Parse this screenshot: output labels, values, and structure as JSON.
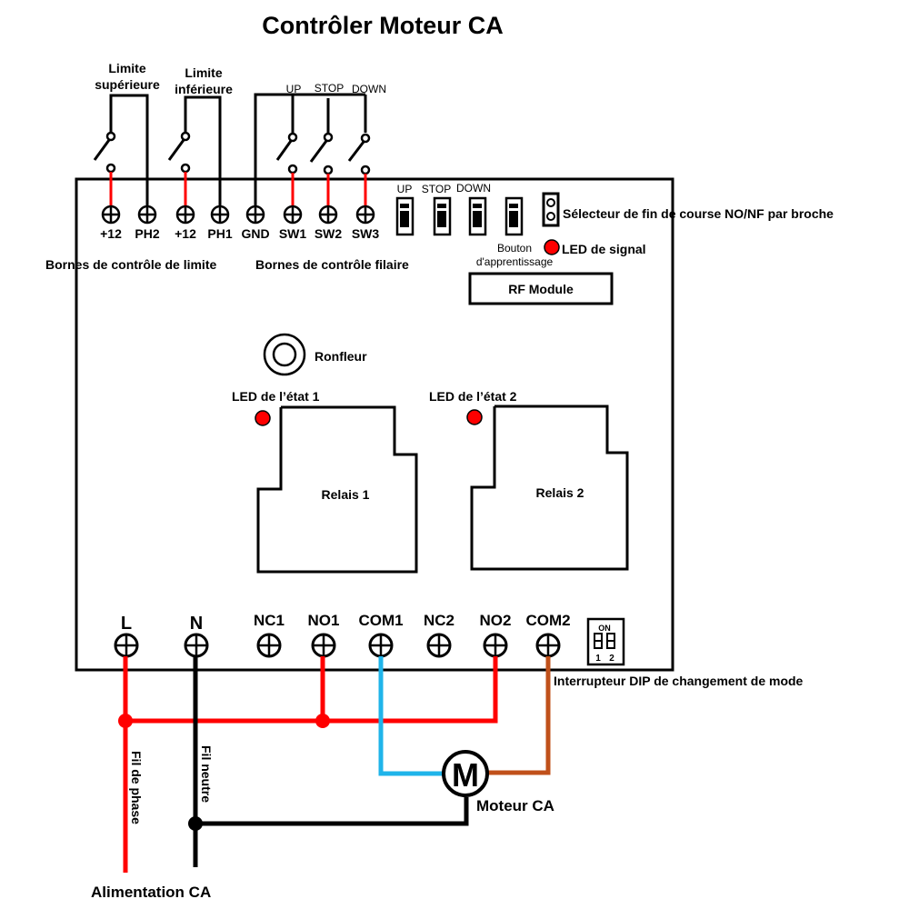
{
  "title": "Contrôler Moteur CA",
  "colors": {
    "phase": "#ff0000",
    "neutral": "#000000",
    "com1": "#1fb4ea",
    "com2": "#c0501a",
    "led": "#ff0000",
    "outline": "#000000"
  },
  "limit_switches": {
    "upper_label_line1": "Limite",
    "upper_label_line2": "supérieure",
    "lower_label_line1": "Limite",
    "lower_label_line2": "inférieure"
  },
  "wired_switches": {
    "up": "UP",
    "stop": "STOP",
    "down": "DOWN"
  },
  "top_terminals": [
    "+12",
    "PH2",
    "+12",
    "PH1",
    "GND",
    "SW1",
    "SW2",
    "SW3"
  ],
  "top_group_labels": {
    "limit": "Bornes de contrôle de limite",
    "wired": "Bornes de contrôle filaire"
  },
  "onboard_buttons": [
    "UP",
    "STOP",
    "DOWN"
  ],
  "learn_button_line1": "Bouton",
  "learn_button_line2": "d'apprentissage",
  "jumper_label": "Sélecteur de fin de course NO/NF par broche",
  "signal_led_label": "LED de signal",
  "rf_module": "RF Module",
  "buzzer_label": "Ronfleur",
  "relays": [
    {
      "name": "Relais 1",
      "led_label": "LED de l’état 1"
    },
    {
      "name": "Relais 2",
      "led_label": "LED de l’état 2"
    }
  ],
  "bottom_terminals": [
    "L",
    "N",
    "NC1",
    "NO1",
    "COM1",
    "NC2",
    "NO2",
    "COM2"
  ],
  "dip_switch": {
    "on_label": "ON",
    "positions": [
      "1",
      "2"
    ],
    "label": "Interrupteur DIP de changement de mode"
  },
  "wires": {
    "phase_label": "Fil de phase",
    "neutral_label": "Fil neutre"
  },
  "motor": {
    "symbol": "M",
    "label": "Moteur CA"
  },
  "power_label": "Alimentation CA"
}
